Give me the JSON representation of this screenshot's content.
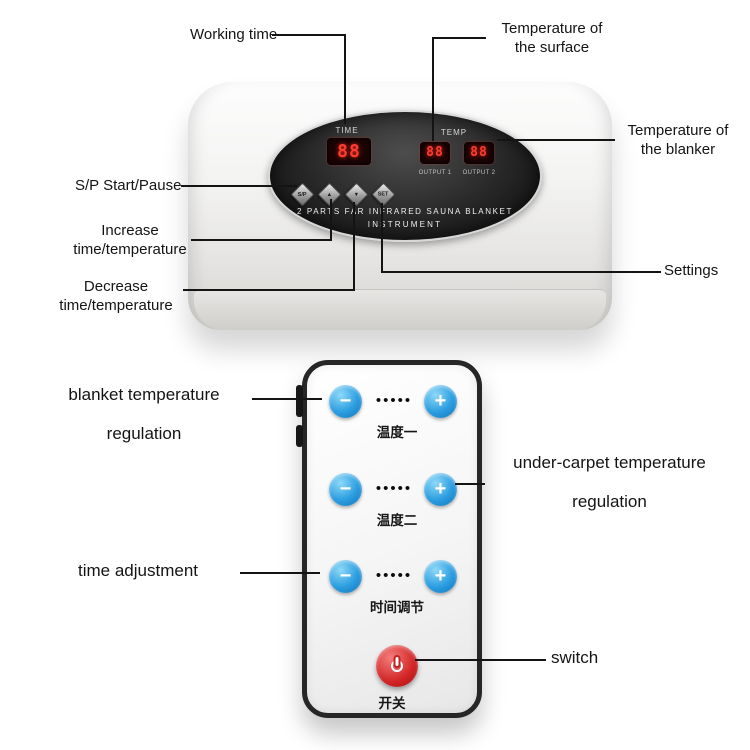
{
  "device": {
    "time_label": "TIME",
    "temp_label": "TEMP",
    "time_value": "88",
    "surface_temp_value": "88",
    "blanket_temp_value": "88",
    "output1_label": "OUTPUT 1",
    "output2_label": "OUTPUT 2",
    "name_line1": "2 PARTS FAR INFRARED SAUNA BLANKET",
    "name_line2": "INSTRUMENT",
    "btn_start_pause": "S/P",
    "btn_increase": "▲",
    "btn_decrease": "▼",
    "btn_settings": "SET"
  },
  "callouts": {
    "working_time": "Working time",
    "surface_temp": {
      "line1": "Temperature of",
      "line2": "the surface"
    },
    "blanket_temp": {
      "line1": "Temperature of",
      "line2": "the blanker"
    },
    "start_pause": "S/P Start/Pause",
    "increase": {
      "line1": "Increase",
      "line2": "time/temperature"
    },
    "decrease": {
      "line1": "Decrease",
      "line2": "time/temperature"
    },
    "settings": "Settings",
    "blanket_regulation": {
      "line1": "blanket temperature",
      "line2": "regulation"
    },
    "under_carpet_regulation": {
      "line1": "under-carpet temperature",
      "line2": "regulation"
    },
    "time_adjustment": "time adjustment",
    "switch": "switch"
  },
  "remote": {
    "rows": [
      {
        "minus": "−",
        "dots": "•••••",
        "plus": "+",
        "label": "温度一"
      },
      {
        "minus": "−",
        "dots": "•••••",
        "plus": "+",
        "label": "温度二"
      },
      {
        "minus": "−",
        "dots": "•••••",
        "plus": "+",
        "label": "时间调节"
      }
    ],
    "power_label": "开关"
  },
  "icons": {
    "power": "power-icon"
  },
  "colors": {
    "button_blue": "#2b9de0",
    "power_red": "#d22525",
    "display_red": "#ff3b30",
    "line_color": "#141414"
  }
}
